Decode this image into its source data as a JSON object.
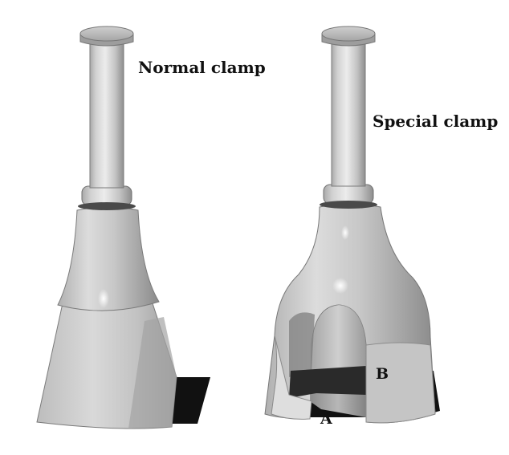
{
  "labels": {
    "normal_clamp": "Normal clamp",
    "special_clamp": "Special clamp",
    "point_a": "A",
    "point_b": "B"
  },
  "colors": {
    "background": "#ffffff",
    "metal_light": "#e6e6e6",
    "metal_mid": "#b9b9b9",
    "metal_dark": "#7d7d7d",
    "shadow": "#111111",
    "text": "#111111"
  }
}
